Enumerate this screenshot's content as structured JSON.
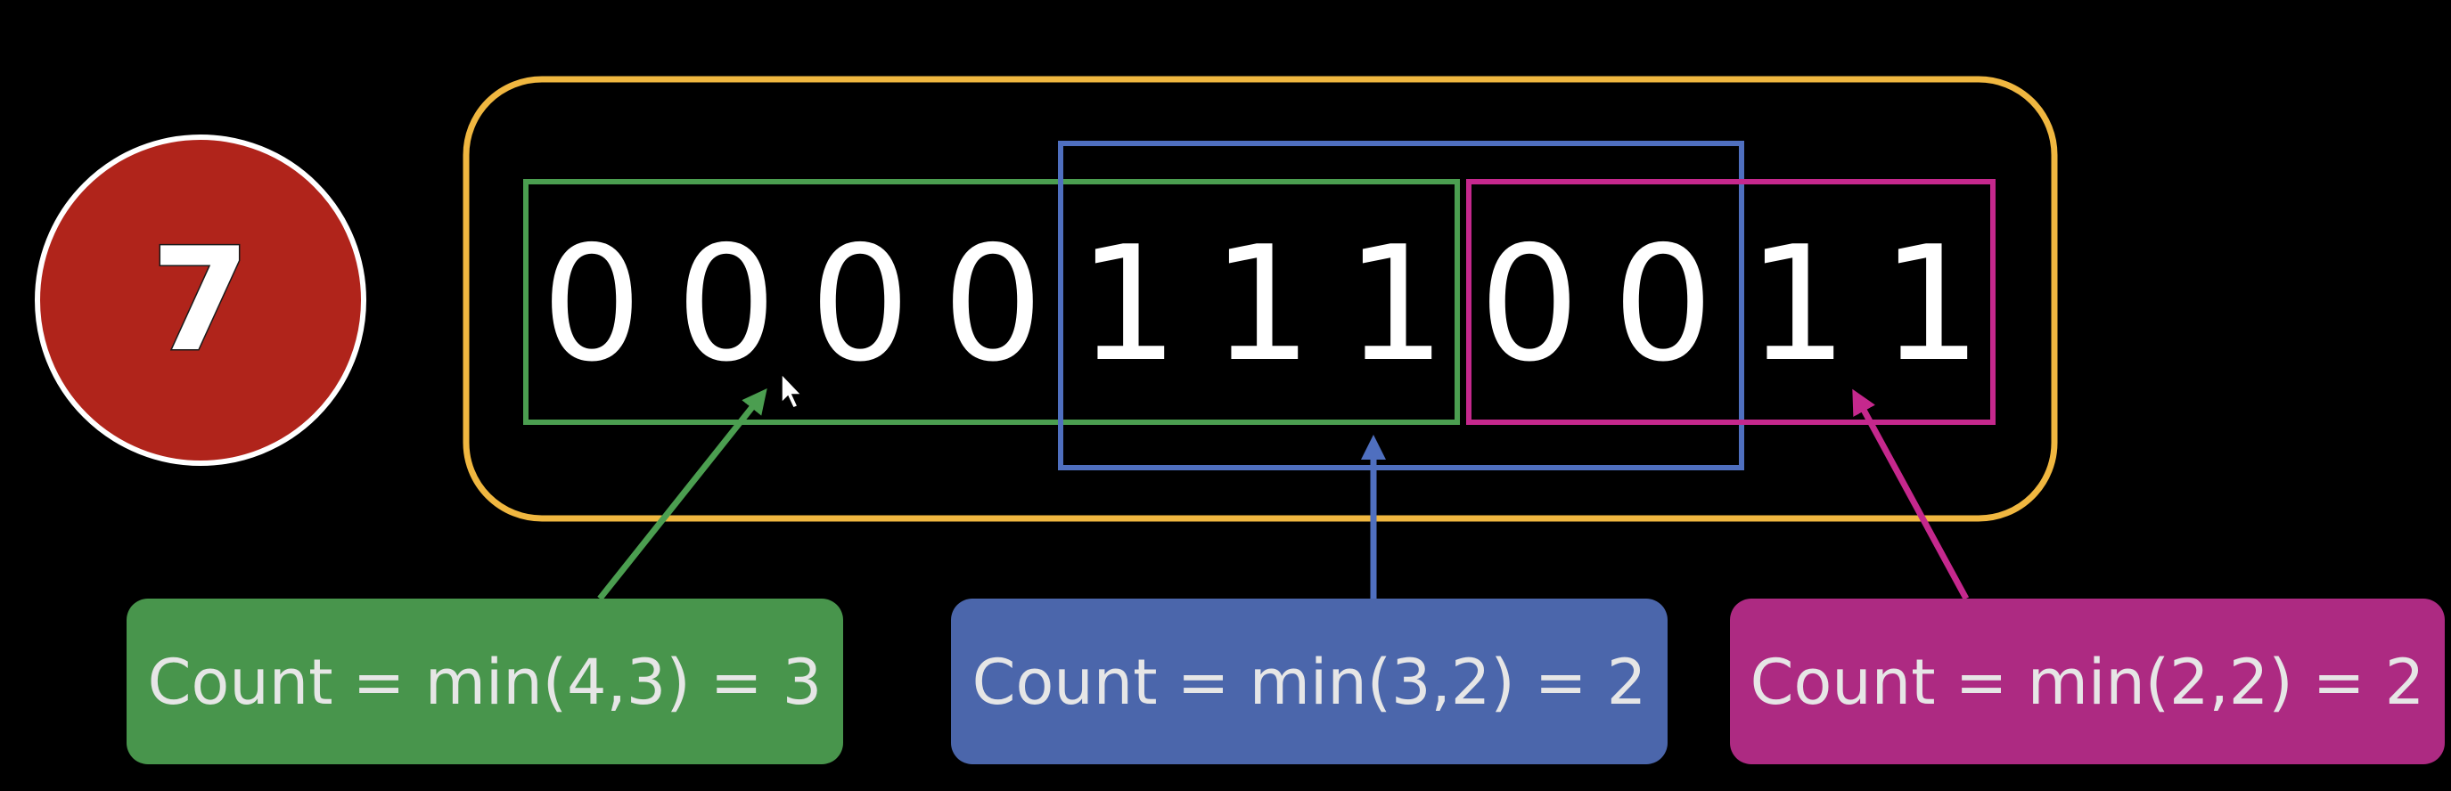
{
  "step": {
    "number": "7",
    "color": "#b0241b"
  },
  "digits": [
    "0",
    "0",
    "0",
    "0",
    "1",
    "1",
    "1",
    "0",
    "0",
    "1",
    "1"
  ],
  "groups": [
    {
      "name": "green",
      "color": "#4b9e50",
      "label_bg": "#48954c",
      "label": "Count = min(4,3) = 3"
    },
    {
      "name": "blue",
      "color": "#4f6fbf",
      "label_bg": "#4b66ab",
      "label": "Count = min(3,2) = 2"
    },
    {
      "name": "magenta",
      "color": "#c5288d",
      "label_bg": "#ad2a82",
      "label": "Count = min(2,2) = 2"
    }
  ],
  "outer_frame_color": "#f0b740"
}
